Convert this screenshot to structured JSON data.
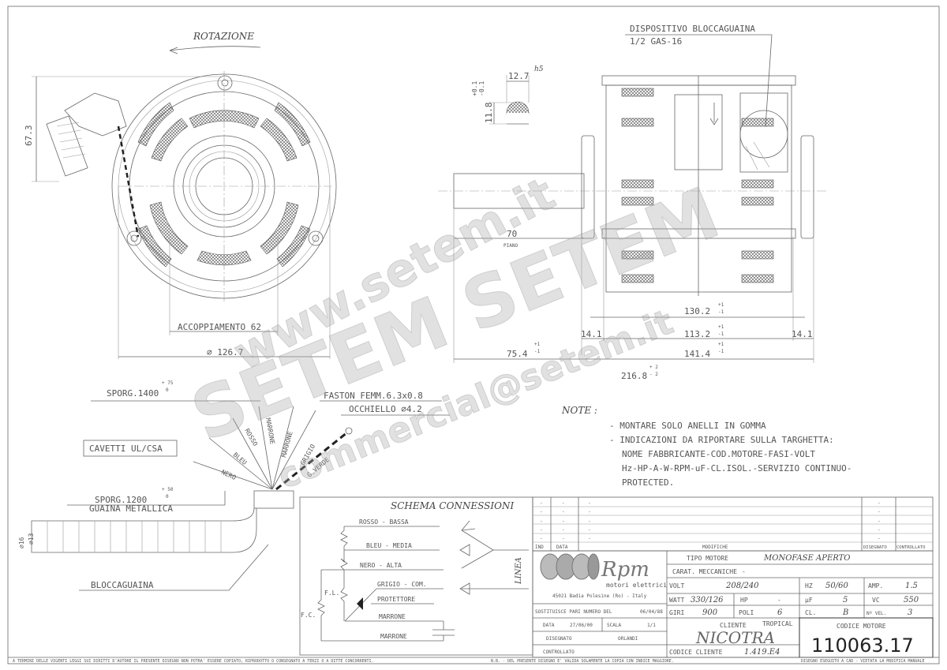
{
  "front_view": {
    "rotation_label": "ROTAZIONE",
    "dim_height": "67.3",
    "dim_coupling": "ACCOPPIAMENTO 62",
    "dim_diameter": "⌀ 126.7"
  },
  "shaft_section": {
    "width": "12.7",
    "tolerance_class": "h5",
    "flat": "11.8",
    "tol_plus": "+0.1",
    "tol_minus": "-0.1"
  },
  "side_view": {
    "device_label": "DISPOSITIVO BLOCCAGUAINA",
    "device_spec": "1/2 GAS-16",
    "shaft_len": "70",
    "shaft_note": "PIANO",
    "dim_130": "130.2",
    "dim_113": "113.2",
    "dim_14a": "14.1",
    "dim_14b": "14.1",
    "dim_75": "75.4",
    "dim_141": "141.4",
    "dim_216": "216.8",
    "tol_1p": "+1",
    "tol_1m": "-1",
    "tol_2p": "+ 2",
    "tol_2m": "- 2"
  },
  "wires": {
    "sporg1400": "SPORG.1400",
    "sporg1400_tol_p": "+ 75",
    "sporg1400_tol_m": "0",
    "faston": "FASTON FEMM.6.3x0.8",
    "occhiello": "OCCHIELLO ⌀4.2",
    "cavetti": "CAVETTI UL/CSA",
    "sporg1200": "SPORG.1200",
    "sporg1200_tol_p": "+ 50",
    "sporg1200_tol_m": "0",
    "guaina": "GUAINA METALLICA",
    "bloccaguaina": "BLOCCAGUAINA",
    "dim_16": "⌀16",
    "dim_13": "⌀13",
    "colors": [
      "NERO",
      "BLEU",
      "ROSSO",
      "MARRONE",
      "MARRONE",
      "GRIGIO",
      "G.VERDE"
    ]
  },
  "notes": {
    "title": "NOTE :",
    "lines": [
      "- MONTARE SOLO ANELLI IN GOMMA",
      "- INDICAZIONI DA RIPORTARE SULLA TARGHETTA:",
      "NOME FABBRICANTE-COD.MOTORE-FASI-VOLT",
      "Hz-HP-A-W-RPM-uF-CL.ISOL.-SERVIZIO CONTINUO-",
      "PROTECTED."
    ]
  },
  "schema": {
    "title": "SCHEMA CONNESSIONI",
    "rosso": "ROSSO - BASSA",
    "bleu": "BLEU - MEDIA",
    "nero": "NERO - ALTA",
    "grigio": "GRIGIO - COM.",
    "protettore": "PROTETTORE",
    "marrone1": "MARRONE",
    "marrone2": "MARRONE",
    "fl": "F.L.",
    "fc": "F.C.",
    "linea": "LINEA"
  },
  "revisions": {
    "headers": [
      "IND",
      "DATA",
      "MODIFICHE",
      "DISEGNATO",
      "CONTROLLATO"
    ],
    "rows": [
      [
        "-",
        "-",
        "-",
        "-"
      ],
      [
        "-",
        "-",
        "-",
        "-"
      ],
      [
        "-",
        "-",
        "-",
        "-"
      ],
      [
        "-",
        "-",
        "-",
        "-"
      ],
      [
        "-",
        "-",
        "-",
        "-"
      ]
    ]
  },
  "title_block": {
    "logo": "Rpm",
    "company": "motori elettrici",
    "address": "45021 Badia Polesine (Ro) - Italy",
    "sostituisce_label": "SOSTITUISCE PARI NUMERO DEL",
    "sostituisce_date": "06/04/88",
    "data_label": "DATA",
    "data_value": "27/06/00",
    "scala_label": "SCALA",
    "scala_value": "1/1",
    "disegnato_label": "DISEGNATO",
    "disegnato_value": "ORLANDI",
    "controllato_label": "CONTROLLATO",
    "tipo_label": "TIPO MOTORE",
    "tipo_value": "MONOFASE APERTO",
    "carat_label": "CARAT. MECCANICHE",
    "carat_value": "-",
    "volt_label": "VOLT",
    "volt_value": "208/240",
    "hz_label": "HZ",
    "hz_value": "50/60",
    "amp_label": "AMP.",
    "amp_value": "1.5",
    "watt_label": "WATT",
    "watt_value": "330/126",
    "hp_label": "HP",
    "hp_value": "-",
    "uf_label": "µF",
    "uf_value": "5",
    "vc_label": "VC",
    "vc_value": "550",
    "giri_label": "GIRI",
    "giri_value": "900",
    "poli_label": "POLI",
    "poli_value": "6",
    "cl_label": "CL.",
    "cl_value": "B",
    "nvel_label": "Nº VEL.",
    "nvel_value": "3",
    "cliente_label": "CLIENTE",
    "cliente_extra": "TROPICAL",
    "cliente_value": "NICOTRA",
    "codice_cliente_label": "CODICE CLIENTE",
    "codice_cliente_value": "1.419.E4",
    "codice_motore_label": "CODICE MOTORE",
    "codice_motore_value": "110063.17"
  },
  "footer": {
    "left": "A TERMINI DELLE VIGENTI LEGGI SUI DIRITTI D'AUTORE IL PRESENTE DISEGNO NON POTRA' ESSERE COPIATO, RIPRODOTTO O CONSEGNATO A TERZI O A DITTE CONCORRENTI.",
    "middle": "N.B. - DEL PRESENTE DISEGNO E' VALIDA SOLAMENTE LA COPIA CON INDICE MAGGIORE.",
    "right": "DISEGNO ESEGUITO A CAD - VIETATA LA MODIFICA MANUALE"
  },
  "watermark": {
    "line1": "www.setem.it",
    "line2": "SETEM SETEM",
    "line3": "commercial@setem.it"
  }
}
